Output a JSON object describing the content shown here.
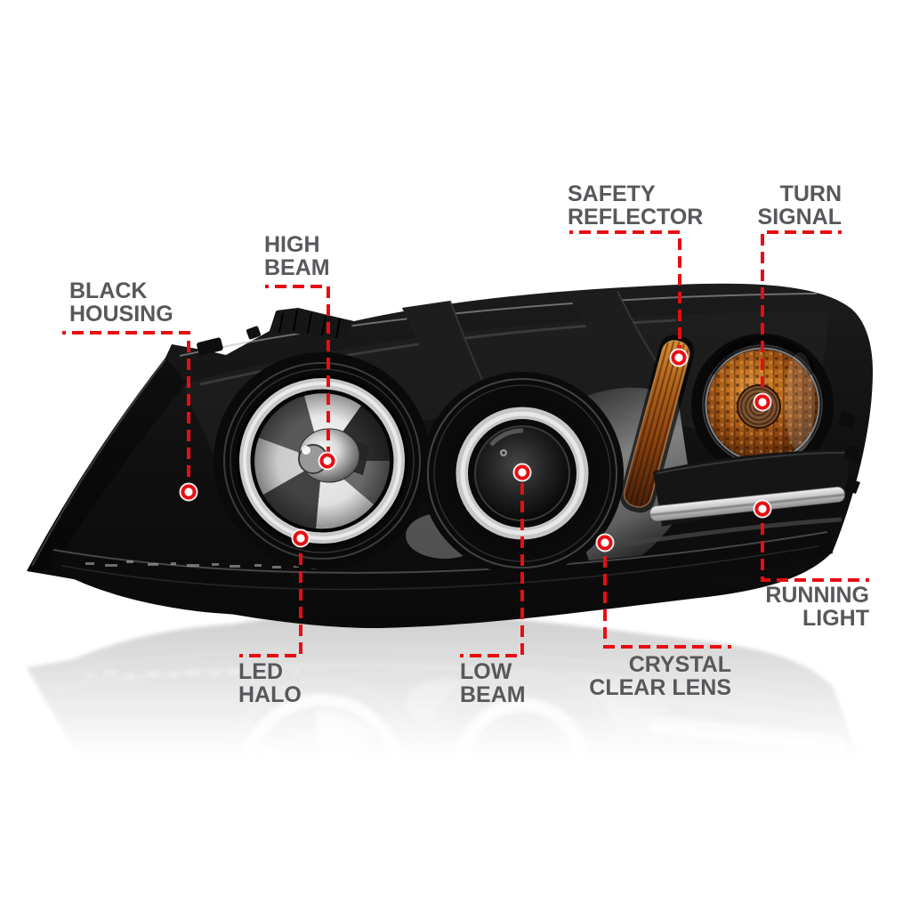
{
  "page": {
    "background_color": "#ffffff",
    "kind": "annotated-product-callout-diagram"
  },
  "colors": {
    "annotation_red": "#e60e13",
    "label_gray": "#57585b",
    "housing_black": "#101010",
    "halo_gray": "#c9c9c9",
    "amber": "#b4651c"
  },
  "callouts": [
    {
      "id": "black-housing",
      "lines": [
        "BLACK",
        "HOUSING"
      ]
    },
    {
      "id": "high-beam",
      "lines": [
        "HIGH",
        "BEAM"
      ]
    },
    {
      "id": "safety-reflector",
      "lines": [
        "SAFETY",
        "REFLECTOR"
      ]
    },
    {
      "id": "turn-signal",
      "lines": [
        "TURN",
        "SIGNAL"
      ]
    },
    {
      "id": "led-halo",
      "lines": [
        "LED",
        "HALO"
      ]
    },
    {
      "id": "low-beam",
      "lines": [
        "LOW",
        "BEAM"
      ]
    },
    {
      "id": "crystal-clear-lens",
      "lines": [
        "CRYSTAL",
        "CLEAR LENS"
      ]
    },
    {
      "id": "running-light",
      "lines": [
        "RUNNING",
        "LIGHT"
      ]
    }
  ]
}
